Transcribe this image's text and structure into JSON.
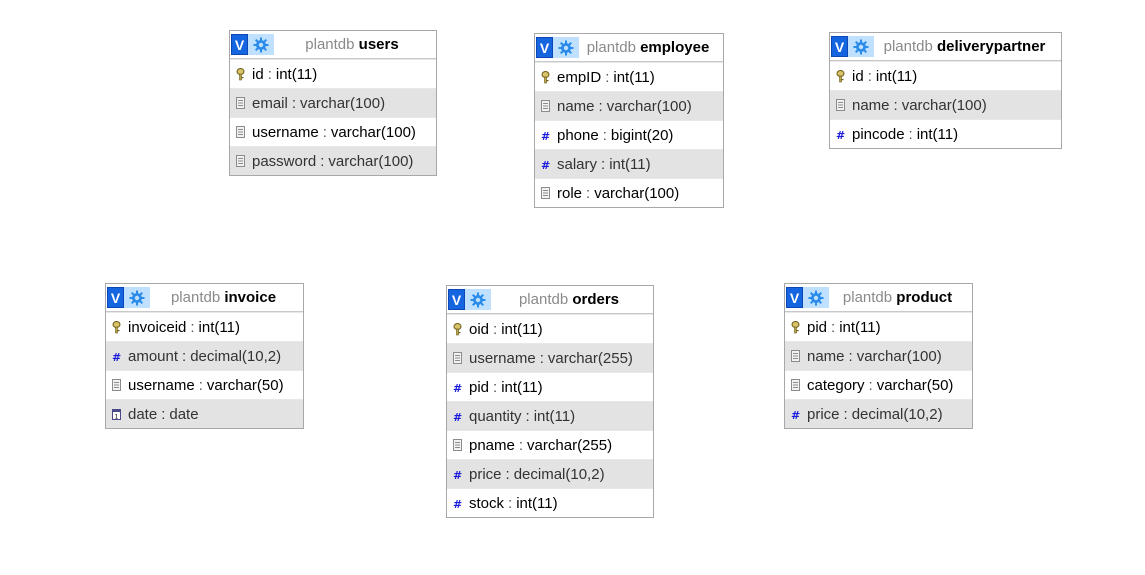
{
  "tables": [
    {
      "db": "plantdb",
      "name": "users",
      "columns": [
        {
          "name": "id",
          "type": "int(11)",
          "icon": "key-icon"
        },
        {
          "name": "email",
          "type": "varchar(100)",
          "icon": "text-icon"
        },
        {
          "name": "username",
          "type": "varchar(100)",
          "icon": "text-icon"
        },
        {
          "name": "password",
          "type": "varchar(100)",
          "icon": "text-icon"
        }
      ]
    },
    {
      "db": "plantdb",
      "name": "employee",
      "columns": [
        {
          "name": "empID",
          "type": "int(11)",
          "icon": "key-icon"
        },
        {
          "name": "name",
          "type": "varchar(100)",
          "icon": "text-icon"
        },
        {
          "name": "phone",
          "type": "bigint(20)",
          "icon": "number-icon"
        },
        {
          "name": "salary",
          "type": "int(11)",
          "icon": "number-icon"
        },
        {
          "name": "role",
          "type": "varchar(100)",
          "icon": "text-icon"
        }
      ]
    },
    {
      "db": "plantdb",
      "name": "deliverypartner",
      "columns": [
        {
          "name": "id",
          "type": "int(11)",
          "icon": "key-icon"
        },
        {
          "name": "name",
          "type": "varchar(100)",
          "icon": "text-icon"
        },
        {
          "name": "pincode",
          "type": "int(11)",
          "icon": "number-icon"
        }
      ]
    },
    {
      "db": "plantdb",
      "name": "invoice",
      "columns": [
        {
          "name": "invoiceid",
          "type": "int(11)",
          "icon": "key-icon"
        },
        {
          "name": "amount",
          "type": "decimal(10,2)",
          "icon": "number-icon"
        },
        {
          "name": "username",
          "type": "varchar(50)",
          "icon": "text-icon"
        },
        {
          "name": "date",
          "type": "date",
          "icon": "date-icon"
        }
      ]
    },
    {
      "db": "plantdb",
      "name": "orders",
      "columns": [
        {
          "name": "oid",
          "type": "int(11)",
          "icon": "key-icon"
        },
        {
          "name": "username",
          "type": "varchar(255)",
          "icon": "text-icon"
        },
        {
          "name": "pid",
          "type": "int(11)",
          "icon": "number-icon"
        },
        {
          "name": "quantity",
          "type": "int(11)",
          "icon": "number-icon"
        },
        {
          "name": "pname",
          "type": "varchar(255)",
          "icon": "text-icon"
        },
        {
          "name": "price",
          "type": "decimal(10,2)",
          "icon": "number-icon"
        },
        {
          "name": "stock",
          "type": "int(11)",
          "icon": "number-icon"
        }
      ]
    },
    {
      "db": "plantdb",
      "name": "product",
      "columns": [
        {
          "name": "pid",
          "type": "int(11)",
          "icon": "key-icon"
        },
        {
          "name": "name",
          "type": "varchar(100)",
          "icon": "text-icon"
        },
        {
          "name": "category",
          "type": "varchar(50)",
          "icon": "text-icon"
        },
        {
          "name": "price",
          "type": "decimal(10,2)",
          "icon": "number-icon"
        }
      ]
    }
  ],
  "header_buttons": {
    "toggle_label": "V",
    "toggle_icon": "toggle-v-icon",
    "options_icon": "gear-icon"
  },
  "colors": {
    "toggle_blue": "#1565e0",
    "gear_bg": "#bfe1ff",
    "alt_row": "#e3e3e3",
    "number_icon": "#1a1adb"
  }
}
